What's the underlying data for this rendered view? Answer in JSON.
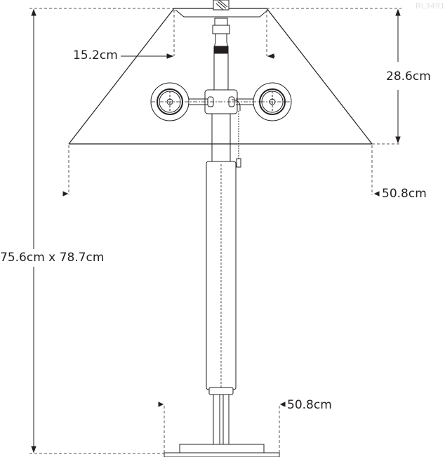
{
  "product_code": "RL3491",
  "dimensions": {
    "overall_height": "75.6cm x 78.7cm",
    "shade_top_width": "15.2cm",
    "shade_height": "28.6cm",
    "shade_bottom_width": "50.8cm",
    "base_width": "50.8cm"
  },
  "colors": {
    "line": "#231f20",
    "dim_line": "#555555",
    "background": "#ffffff",
    "code_text": "#e3e3e3"
  }
}
